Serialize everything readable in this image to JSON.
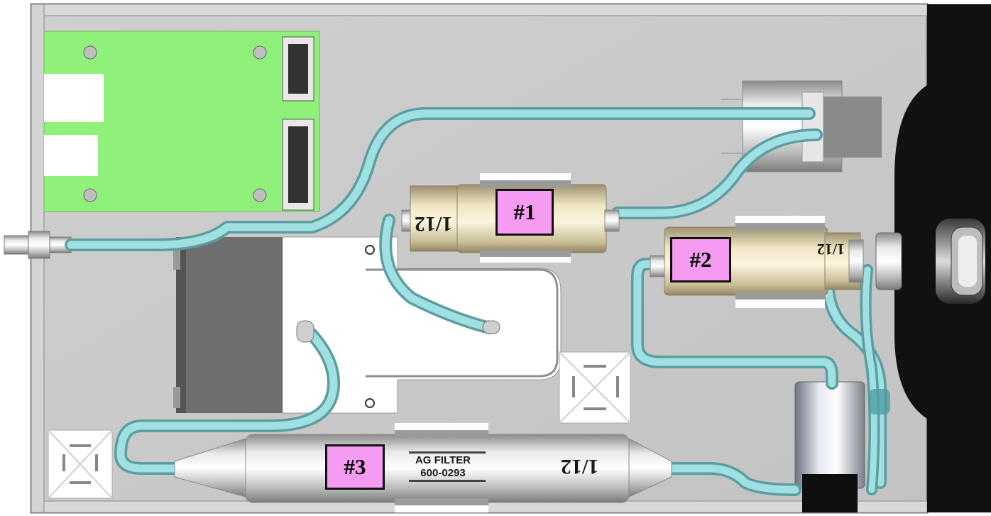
{
  "callouts": [
    {
      "id": "1",
      "label": "#1"
    },
    {
      "id": "2",
      "label": "#2"
    },
    {
      "id": "3",
      "label": "#3"
    }
  ],
  "filter_3": {
    "line1": "AG FILTER",
    "line2": "600-0293"
  },
  "filter_marking": "1/12",
  "colors": {
    "callout_fill": "#f59bf2",
    "tubing": "#8fd3d6",
    "pcb": "#8ff07a",
    "enclosure_floor": "#c9c9c9",
    "end_panel": "#111111"
  }
}
